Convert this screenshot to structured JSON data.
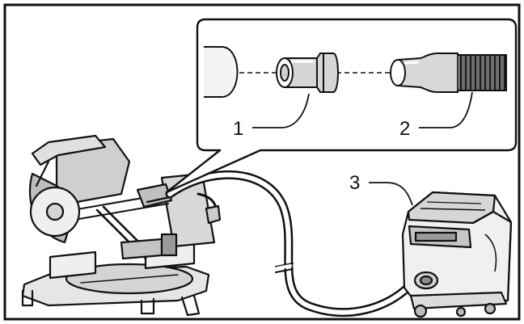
{
  "figure": {
    "callouts": [
      {
        "id": "1",
        "label": "1"
      },
      {
        "id": "2",
        "label": "2"
      },
      {
        "id": "3",
        "label": "3"
      }
    ],
    "icons": [
      "miter-saw-icon",
      "dust-nozzle-icon",
      "hose-icon",
      "vacuum-cleaner-icon"
    ],
    "colors": {
      "stroke": "#111111",
      "background": "#ffffff",
      "shading": "#c8c8c8"
    }
  }
}
